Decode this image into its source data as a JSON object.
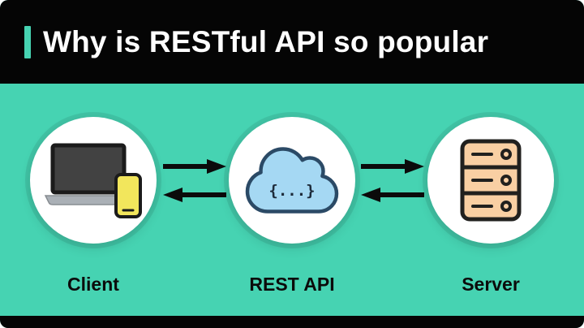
{
  "header": {
    "title": "Why is RESTful API so popular"
  },
  "diagram": {
    "nodes": [
      {
        "id": "client",
        "label": "Client",
        "icon": "laptop-phone-icon"
      },
      {
        "id": "rest-api",
        "label": "REST API",
        "icon": "cloud-icon",
        "icon_text": "{...}"
      },
      {
        "id": "server",
        "label": "Server",
        "icon": "server-icon"
      }
    ],
    "connections": [
      {
        "from": "Client",
        "to": "REST API",
        "arrows": [
          "right",
          "left"
        ]
      },
      {
        "from": "REST API",
        "to": "Server",
        "arrows": [
          "right",
          "left"
        ]
      }
    ]
  },
  "colors": {
    "background": "#46d3b2",
    "header_bg": "#050505",
    "footer_bg": "#050505",
    "title_text": "#ffffff",
    "title_accent": "#46d3b2",
    "label_text": "#0b0b0b",
    "circle_fill": "#ffffff",
    "arrow": "#0b0b0b",
    "cloud_fill": "#a5d8f3",
    "cloud_stroke": "#2b4a66",
    "cloud_text": "#1d2b3a",
    "server_fill": "#f9cfa3",
    "icon_outline": "#1b1b1b",
    "phone_fill": "#f2e65c",
    "laptop_screen": "#424242",
    "laptop_base": "#aab0b6"
  }
}
